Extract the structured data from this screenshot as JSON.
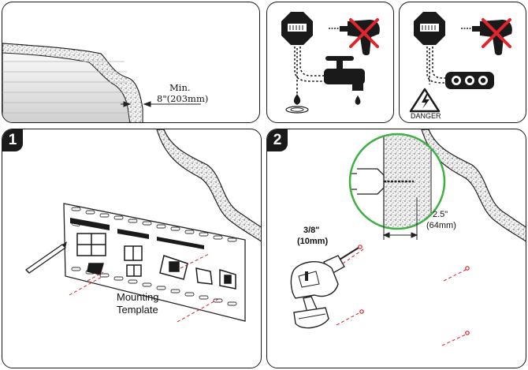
{
  "panel_clearance": {
    "min_label": "Min.",
    "min_value": "8\"(203mm)"
  },
  "panel_warning": {
    "danger_label": "DANGER"
  },
  "step1": {
    "number": "1",
    "template_label_line1": "Mounting",
    "template_label_line2": "Template"
  },
  "step2": {
    "number": "2",
    "edge_distance": "2.5\"",
    "edge_distance_mm": "(64mm)",
    "drill_bit_size": "3/8\"",
    "drill_bit_size_mm": "(10mm)"
  },
  "icons": [
    "warning-octagon-icon",
    "drill-icon",
    "cross-out-icon",
    "water-faucet-icon",
    "power-strip-icon",
    "electric-hazard-icon",
    "pencil-icon",
    "cordless-drill-icon",
    "magnifier-icon"
  ],
  "colors": {
    "ink": "#1a1a1a",
    "cross": "#e0262c",
    "marker": "#d8212a",
    "magnifier_ring": "#3cb043"
  }
}
